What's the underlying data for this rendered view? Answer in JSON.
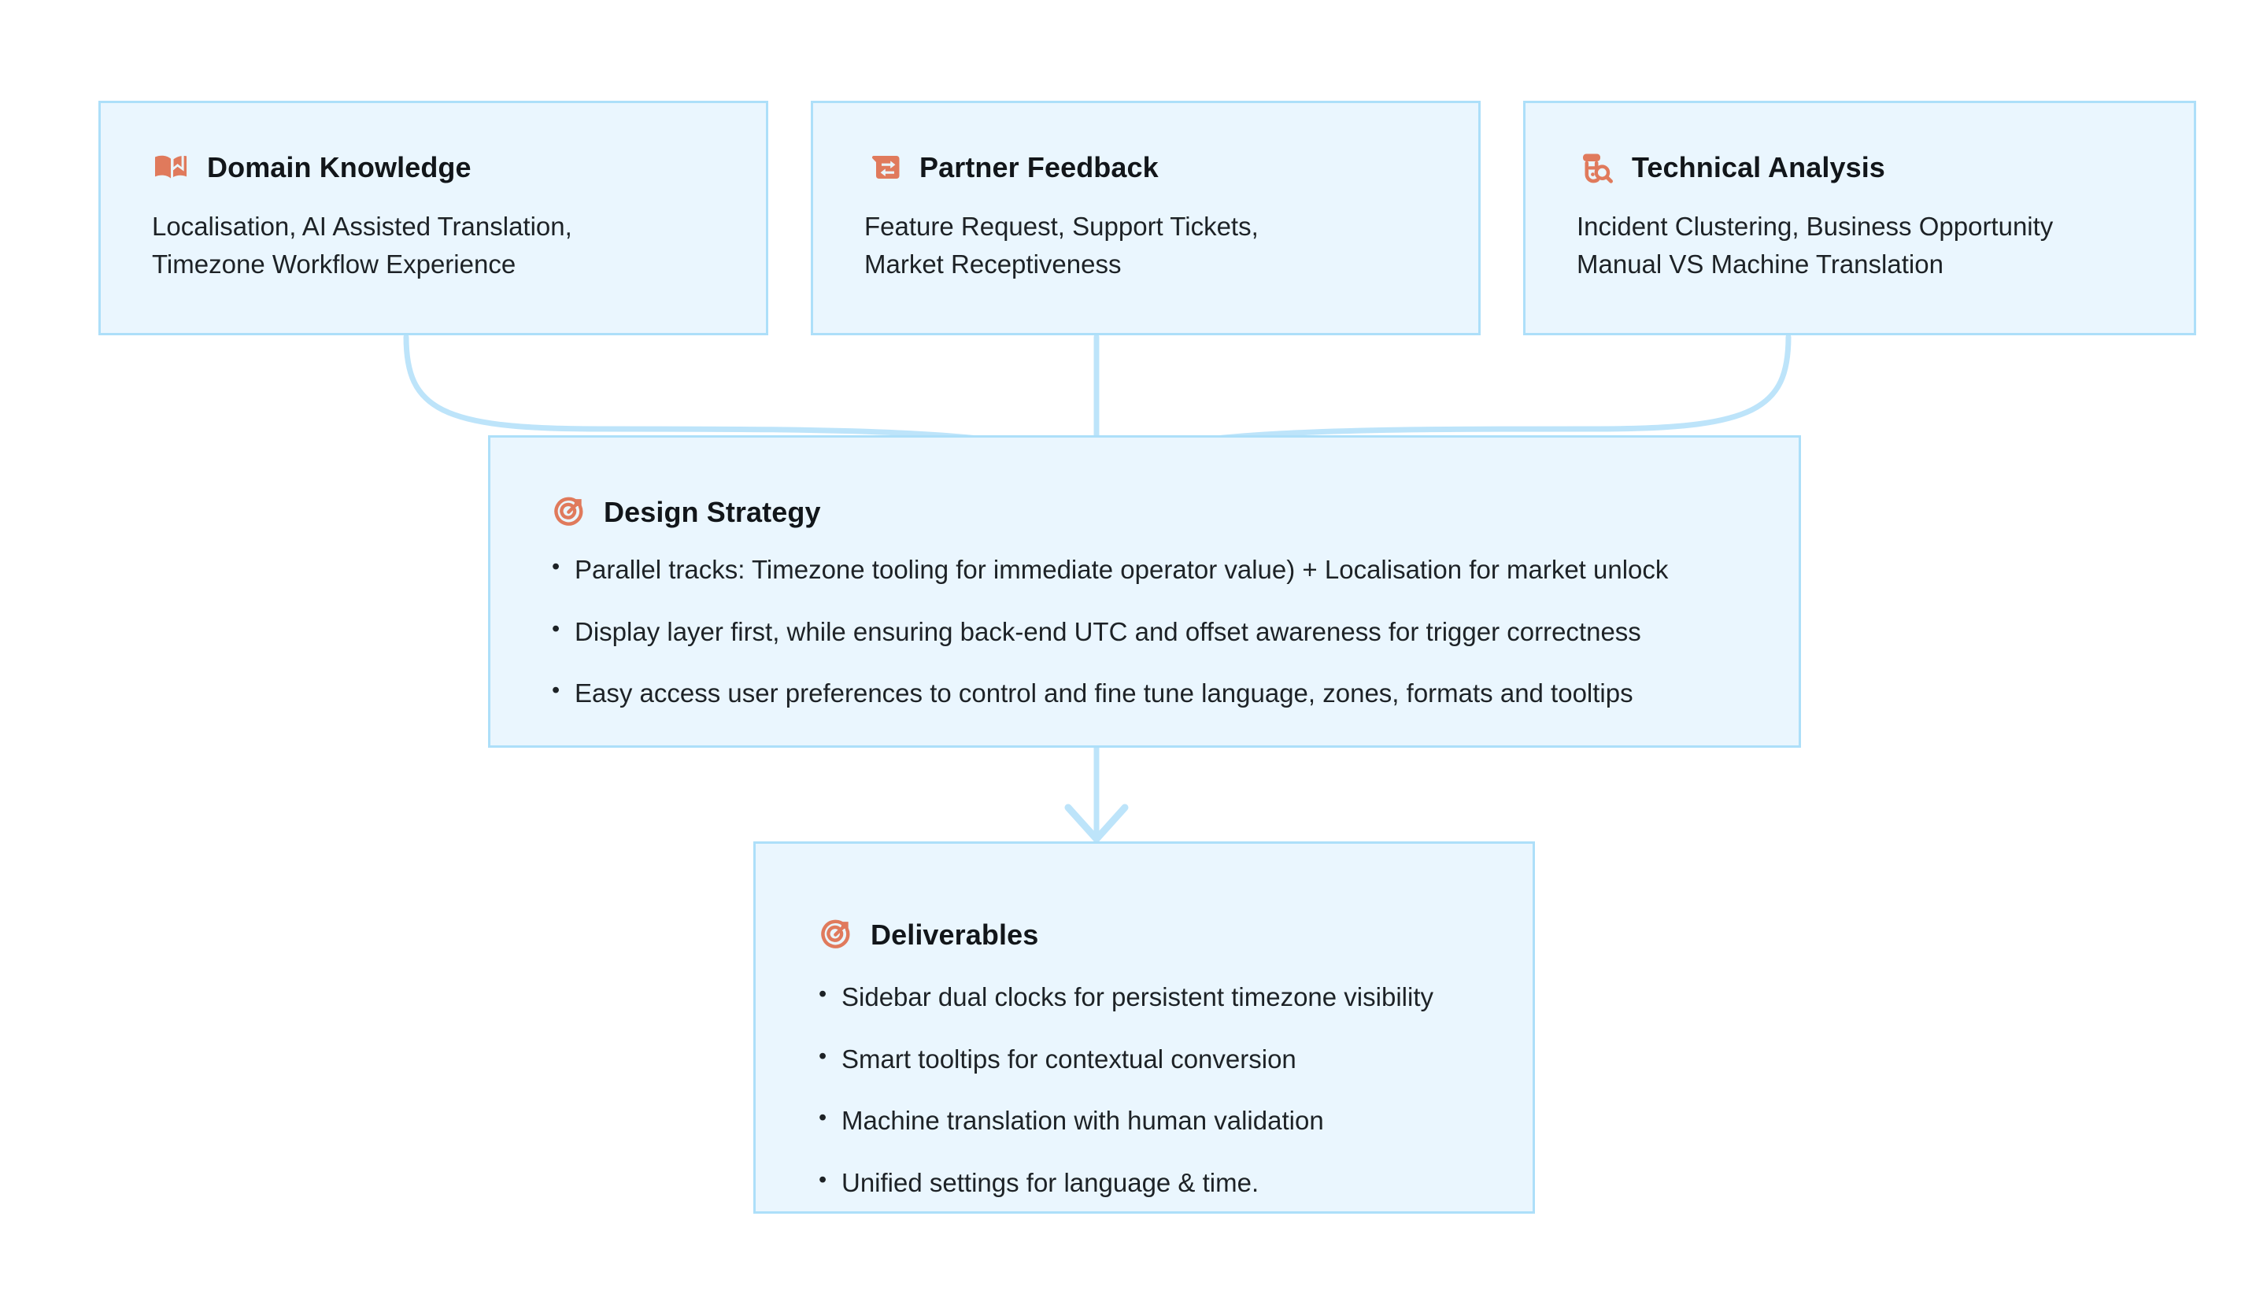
{
  "theme": {
    "page_background": "#ffffff",
    "card_fill": "#eaf6fe",
    "card_border": "#addff9",
    "connector": "#bde4fa",
    "icon_accent": "#e07a5c",
    "text": "#1d2226",
    "title_text": "#12161a"
  },
  "diagram": {
    "type": "flow",
    "inputs": [
      {
        "id": "domain-knowledge",
        "icon": "open-book-icon",
        "title": "Domain Knowledge",
        "body_lines": [
          "Localisation, AI Assisted Translation,",
          "Timezone Workflow Experience"
        ]
      },
      {
        "id": "partner-feedback",
        "icon": "feedback-exchange-icon",
        "title": "Partner Feedback",
        "body_lines": [
          "Feature Request, Support Tickets,",
          "Market Receptiveness"
        ]
      },
      {
        "id": "technical-analysis",
        "icon": "test-tube-magnifier-icon",
        "title": "Technical Analysis",
        "body_lines": [
          "Incident Clustering, Business Opportunity",
          "Manual VS Machine Translation"
        ]
      }
    ],
    "strategy": {
      "id": "design-strategy",
      "icon": "target-arrow-icon",
      "title": "Design Strategy",
      "bullets": [
        "Parallel tracks: Timezone tooling  for immediate operator value) + Localisation for market unlock",
        "Display layer first, while ensuring back-end UTC and offset awareness for trigger correctness",
        "Easy access user preferences to control and fine tune language, zones, formats and tooltips"
      ]
    },
    "deliverables": {
      "id": "deliverables",
      "icon": "target-arrow-icon",
      "title": "Deliverables",
      "bullets": [
        "Sidebar dual clocks for persistent timezone visibility",
        "Smart tooltips for contextual conversion",
        "Machine translation with human validation",
        "Unified settings for language & time."
      ]
    }
  }
}
